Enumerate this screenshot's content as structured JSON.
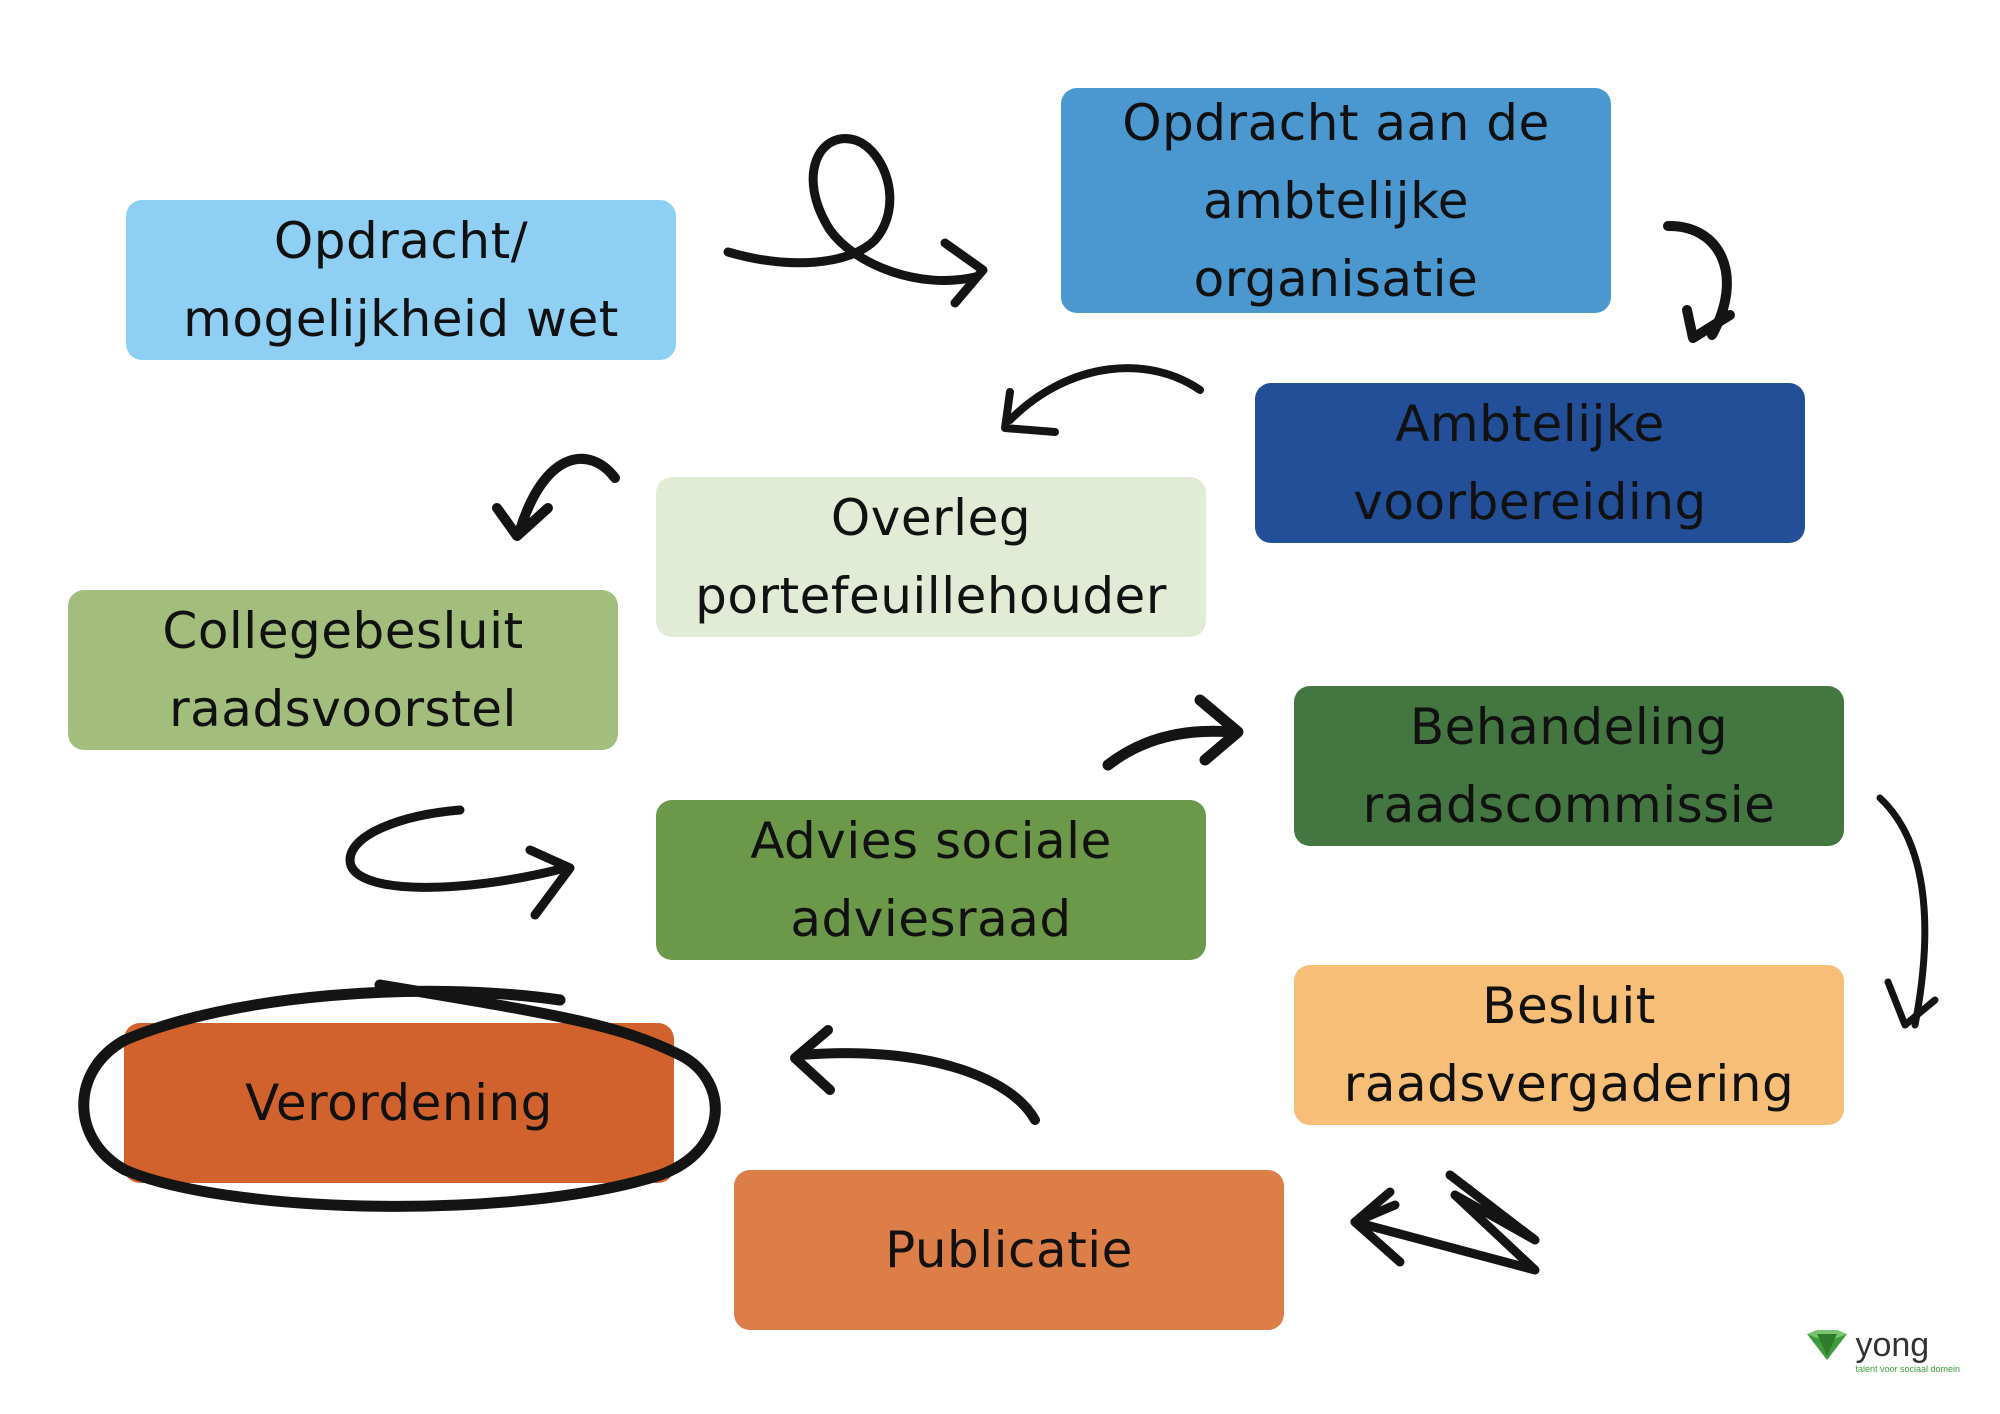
{
  "steps": [
    {
      "lines": [
        "Opdracht/",
        "mogelijkheid wet"
      ],
      "color": "#90cff4"
    },
    {
      "lines": [
        "Opdracht aan de",
        "ambtelijke",
        "organisatie"
      ],
      "color": "#4b97d0"
    },
    {
      "lines": [
        "Ambtelijke",
        "voorbereiding"
      ],
      "color": "#224f98"
    },
    {
      "lines": [
        "Overleg",
        "portefeuillehouder"
      ],
      "color": "#e1ebd6"
    },
    {
      "lines": [
        "Collegebesluit",
        "raadsvoorstel"
      ],
      "color": "#a2bd7c"
    },
    {
      "lines": [
        "Behandeling",
        "raadscommissie"
      ],
      "color": "#437640"
    },
    {
      "lines": [
        "Advies sociale",
        "adviesraad"
      ],
      "color": "#6b9849"
    },
    {
      "lines": [
        "Besluit",
        "raadsvergadering"
      ],
      "color": "#f6be77"
    },
    {
      "lines": [
        "Verordening"
      ],
      "color": "#d2622d",
      "highlighted": true
    },
    {
      "lines": [
        "Publicatie"
      ],
      "color": "#dd7e49"
    }
  ],
  "logo": {
    "name": "yong",
    "tagline": "talent voor sociaal domein",
    "accent": "#3e9a3b"
  }
}
